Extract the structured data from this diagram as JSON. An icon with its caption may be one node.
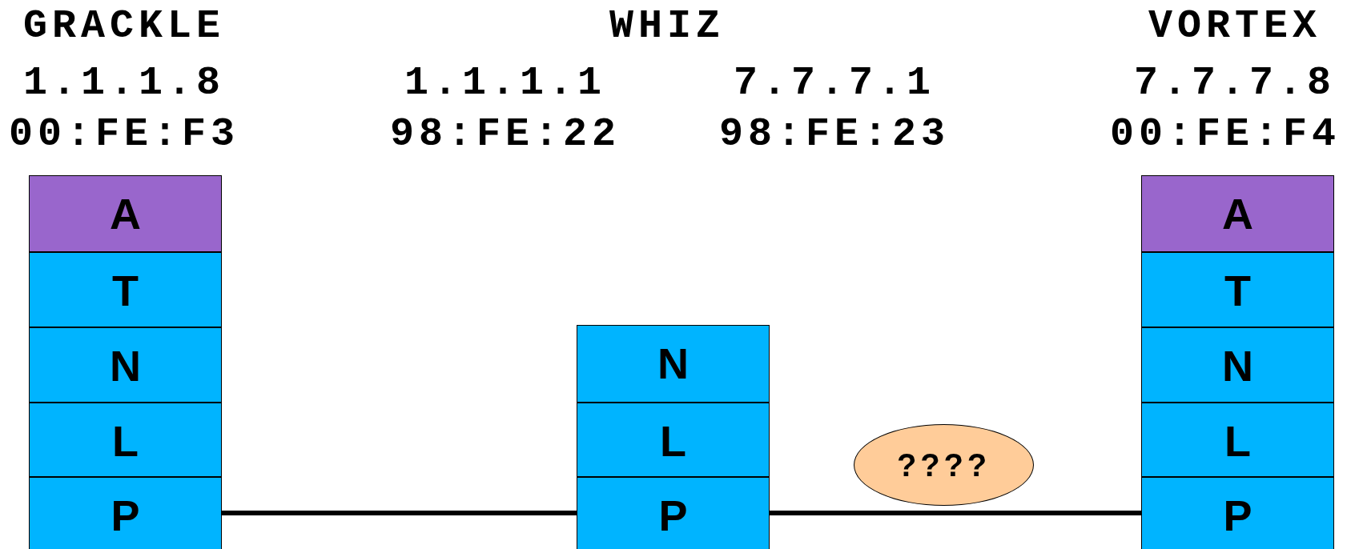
{
  "diagram": {
    "nodes": [
      {
        "text": [
          "A"
        ]
      },
      {
        "text": [
          "T"
        ]
      },
      {
        "text": [
          "N"
        ]
      },
      {
        "text": [
          "L"
        ]
      },
      {
        "text": [
          "P"
        ]
      },
      {
        "text": [
          "N"
        ]
      },
      {
        "text": [
          "L"
        ]
      },
      {
        "text": [
          "P"
        ]
      },
      {
        "text": [
          "A"
        ]
      },
      {
        "text": [
          "T"
        ]
      },
      {
        "text": [
          "N"
        ]
      },
      {
        "text": [
          "L"
        ]
      },
      {
        "text": [
          "P"
        ]
      },
      {
        "text": [
          "????"
        ]
      }
    ],
    "edges": [
      {
        "from": 4,
        "to": 7,
        "arrow": "none"
      },
      {
        "from": 7,
        "to": 12,
        "arrow": "none"
      }
    ],
    "labels": [
      "GRACKLE",
      "WHIZ",
      "VORTEX",
      "1.1.1.8",
      "1.1.1.1",
      "7.7.7.1",
      "7.7.7.8",
      "00:FE:F3",
      "98:FE:22",
      "98:FE:23",
      "00:FE:F4"
    ]
  }
}
